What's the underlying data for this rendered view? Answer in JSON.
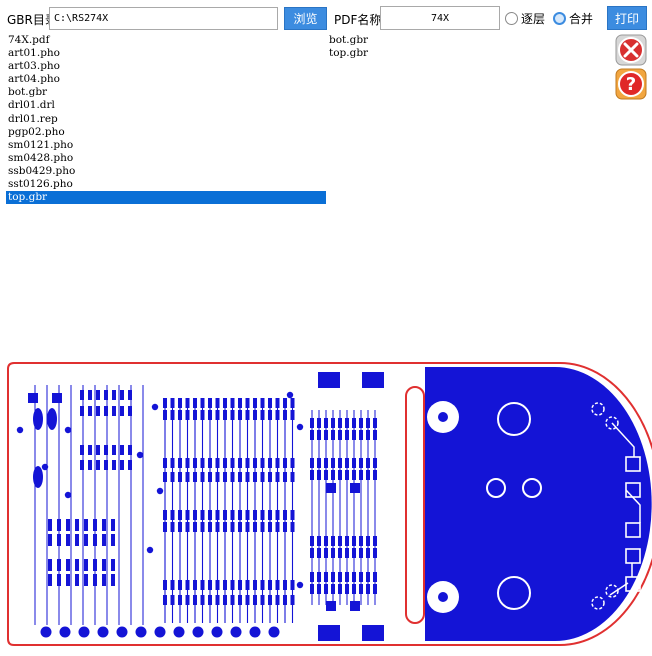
{
  "toolbar": {
    "gbr_label": "GBR目录",
    "gbr_path": "C:\\RS274X",
    "browse_label": "浏览",
    "pdf_label": "PDF名称",
    "pdf_name": "74X",
    "layer_label": "逐层",
    "merge_label": "合并",
    "merge_selected": true,
    "print_label": "打印"
  },
  "file_list": {
    "items": [
      "74X.pdf",
      "art01.pho",
      "art03.pho",
      "art04.pho",
      "bot.gbr",
      "drl01.drl",
      "drl01.rep",
      "pgp02.pho",
      "sm0121.pho",
      "sm0428.pho",
      "ssb0429.pho",
      "sst0126.pho",
      "top.gbr"
    ],
    "selected": "top.gbr"
  },
  "selected_list": {
    "items": [
      "bot.gbr",
      "top.gbr"
    ]
  },
  "side_icons": {
    "close": "close-icon",
    "help": "help-icon"
  },
  "colors": {
    "accent": "#3c8ce0",
    "selection": "#0a6fd6",
    "copper": "#1414d6",
    "outline": "#e03030"
  }
}
